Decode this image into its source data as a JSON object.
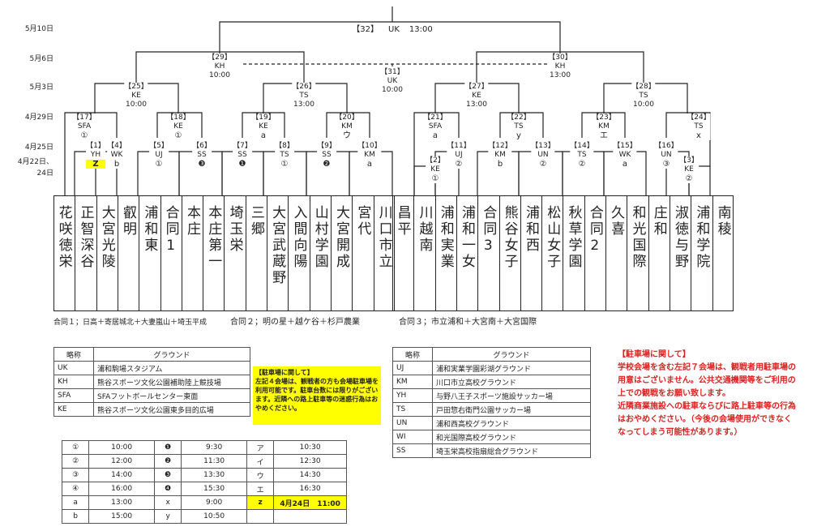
{
  "dates": [
    "5月10日",
    "5月6日",
    "5月3日",
    "4月29日",
    "4月25日",
    "4月22日、",
    "24日"
  ],
  "matches": [
    {
      "no": "【32】",
      "venue": "UK",
      "time": "13:00"
    },
    {
      "no": "【29】",
      "venue": "KH",
      "time": "10:00"
    },
    {
      "no": "【31】",
      "venue": "UK",
      "time": "10:00"
    },
    {
      "no": "【30】",
      "venue": "KH",
      "time": "13:00"
    },
    {
      "no": "【25】",
      "venue": "KE",
      "time": "10:00"
    },
    {
      "no": "【26】",
      "venue": "TS",
      "time": "13:00"
    },
    {
      "no": "【27】",
      "venue": "KE",
      "time": "13:00"
    },
    {
      "no": "【28】",
      "venue": "TS",
      "time": "10:00"
    },
    {
      "no": "【17】",
      "venue": "SFA",
      "time": "①"
    },
    {
      "no": "【18】",
      "venue": "KE",
      "time": "①"
    },
    {
      "no": "【19】",
      "venue": "KE",
      "time": "a"
    },
    {
      "no": "【20】",
      "venue": "KM",
      "time": "ウ"
    },
    {
      "no": "【21】",
      "venue": "SFA",
      "time": "a"
    },
    {
      "no": "【22】",
      "venue": "TS",
      "time": "y"
    },
    {
      "no": "【23】",
      "venue": "KM",
      "time": "エ"
    },
    {
      "no": "【24】",
      "venue": "TS",
      "time": "x"
    },
    {
      "no": "【1】",
      "venue": "YH",
      "time": "Z"
    },
    {
      "no": "【4】",
      "venue": "WK",
      "time": "b"
    },
    {
      "no": "【5】",
      "venue": "UJ",
      "time": "①"
    },
    {
      "no": "【6】",
      "venue": "SS",
      "time": "❸"
    },
    {
      "no": "【7】",
      "venue": "SS",
      "time": "❶"
    },
    {
      "no": "【8】",
      "venue": "TS",
      "time": "①"
    },
    {
      "no": "【9】",
      "venue": "SS",
      "time": "❷"
    },
    {
      "no": "【10】",
      "venue": "KM",
      "time": "a"
    },
    {
      "no": "【2】",
      "venue": "KE",
      "time": "①"
    },
    {
      "no": "【11】",
      "venue": "UJ",
      "time": "②"
    },
    {
      "no": "【12】",
      "venue": "KM",
      "time": "b"
    },
    {
      "no": "【13】",
      "venue": "UN",
      "time": "②"
    },
    {
      "no": "【14】",
      "venue": "TS",
      "time": "②"
    },
    {
      "no": "【15】",
      "venue": "WK",
      "time": "a"
    },
    {
      "no": "【16】",
      "venue": "UN",
      "time": "③"
    },
    {
      "no": "【3】",
      "venue": "KE",
      "time": "②"
    }
  ],
  "teams_left": [
    "花咲徳栄",
    "正智深谷",
    "大宮光陵",
    "叡明",
    "浦和東",
    "合同1",
    "本庄",
    "本庄第一",
    "埼玉栄",
    "三郷",
    "大宮武蔵野",
    "入間向陽",
    "山村学園",
    "大宮開成",
    "宮代",
    "川口市立"
  ],
  "teams_right": [
    "昌平",
    "川越南",
    "浦和実業",
    "浦和一女",
    "合同3",
    "熊谷女子",
    "浦和西",
    "松山女子",
    "秋草学園",
    "合同2",
    "久喜",
    "和光国際",
    "庄和",
    "淑徳与野",
    "浦和学院",
    "南稜"
  ],
  "notes": {
    "joint1": "合同１；日高＋寄居城北＋大妻嵐山＋埼玉平成",
    "joint2": "合同２；明の星＋越ケ谷＋杉戸農業",
    "joint3": "合同３；市立浦和＋大宮南＋大宮国際"
  },
  "ground_table1": {
    "header": [
      "略称",
      "グラウンド"
    ],
    "rows": [
      [
        "UK",
        "浦和駒場スタジアム"
      ],
      [
        "KH",
        "熊谷スポーツ文化公園補助陸上競技場"
      ],
      [
        "SFA",
        "SFAフットボールセンター東面"
      ],
      [
        "KE",
        "熊谷スポーツ文化公園東多目的広場"
      ]
    ]
  },
  "parking_small": {
    "title": "【駐車場に関して】",
    "body": "左記４会場は、観戦者の方も会場駐車場を利用可能です。駐車台数には限りがございます。近隣への路上駐車等の迷惑行為はおやめください。"
  },
  "ground_table2": {
    "header": [
      "略称",
      "グラウンド"
    ],
    "rows": [
      [
        "UJ",
        "浦和実業学園彩湖グラウンド"
      ],
      [
        "KM",
        "川口市立高校グラウンド"
      ],
      [
        "YH",
        "与野八王子スポーツ施設サッカー場"
      ],
      [
        "TS",
        "戸田惣右衛門公園サッカー場"
      ],
      [
        "UN",
        "浦和西高校グラウンド"
      ],
      [
        "WI",
        "和光国際高校グラウンド"
      ],
      [
        "SS",
        "埼玉栄高校指扇総合グラウンド"
      ]
    ]
  },
  "time_table": [
    [
      "①",
      "10:00",
      "❶",
      "9:30",
      "ア",
      "10:30"
    ],
    [
      "②",
      "12:00",
      "❷",
      "11:30",
      "イ",
      "12:30"
    ],
    [
      "③",
      "14:00",
      "❸",
      "13:30",
      "ウ",
      "14:30"
    ],
    [
      "④",
      "16:00",
      "❹",
      "15:30",
      "エ",
      "16:30"
    ],
    [
      "a",
      "13:00",
      "x",
      "9:00",
      "z",
      "4月24日　11:00"
    ],
    [
      "b",
      "15:00",
      "y",
      "10:50",
      "",
      ""
    ]
  ],
  "parking_red": {
    "title": "【駐車場に関して】",
    "lines": [
      "学校会場を含む左記７会場は、観戦者用駐車場の",
      "用意はございません。公共交通機関等をご利用の",
      "上での観戦をお願い致します。",
      "近隣商業施設への駐車ならびに路上駐車等の行為",
      "はおやめください。（今後の会場使用ができなく",
      "なってしまう可能性があります。）"
    ]
  },
  "colors": {
    "highlight": "#ffff00",
    "red": "#e02020",
    "line": "#222222"
  }
}
